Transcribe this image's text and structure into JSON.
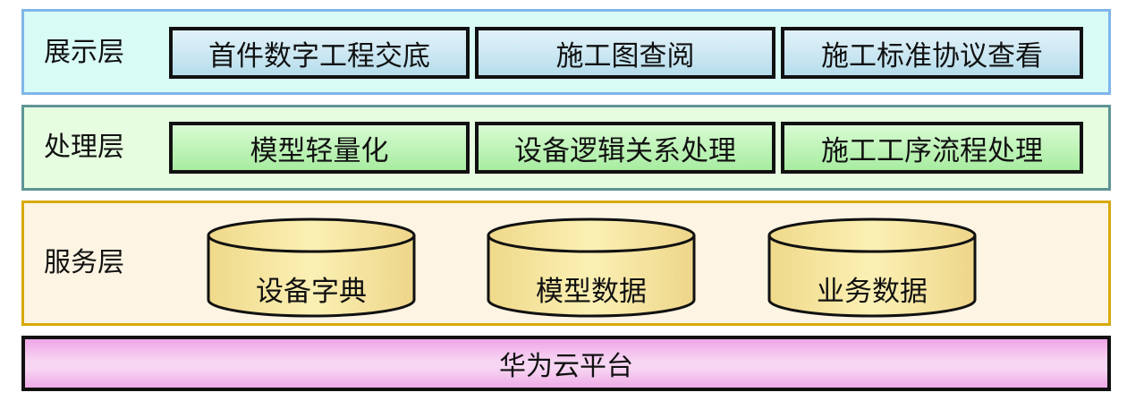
{
  "colors": {
    "display_bg": "#d8fbf6",
    "display_border": "#7fb6e8",
    "process_bg": "#e6fde0",
    "process_border": "#5f9595",
    "service_bg": "#fdf4e3",
    "service_border": "#d8a90a",
    "platform_fill": "#f3c4ee",
    "box_border": "#111111",
    "cylinder_fill": "#f7e7a6"
  },
  "layers": {
    "display": {
      "label": "展示层",
      "items": [
        "首件数字工程交底",
        "施工图查阅",
        "施工标准协议查看"
      ]
    },
    "process": {
      "label": "处理层",
      "items": [
        "模型轻量化",
        "设备逻辑关系处理",
        "施工工序流程处理"
      ]
    },
    "service": {
      "label": "服务层",
      "items": [
        "设备字典",
        "模型数据",
        "业务数据"
      ]
    },
    "platform": {
      "label": "华为云平台"
    }
  }
}
